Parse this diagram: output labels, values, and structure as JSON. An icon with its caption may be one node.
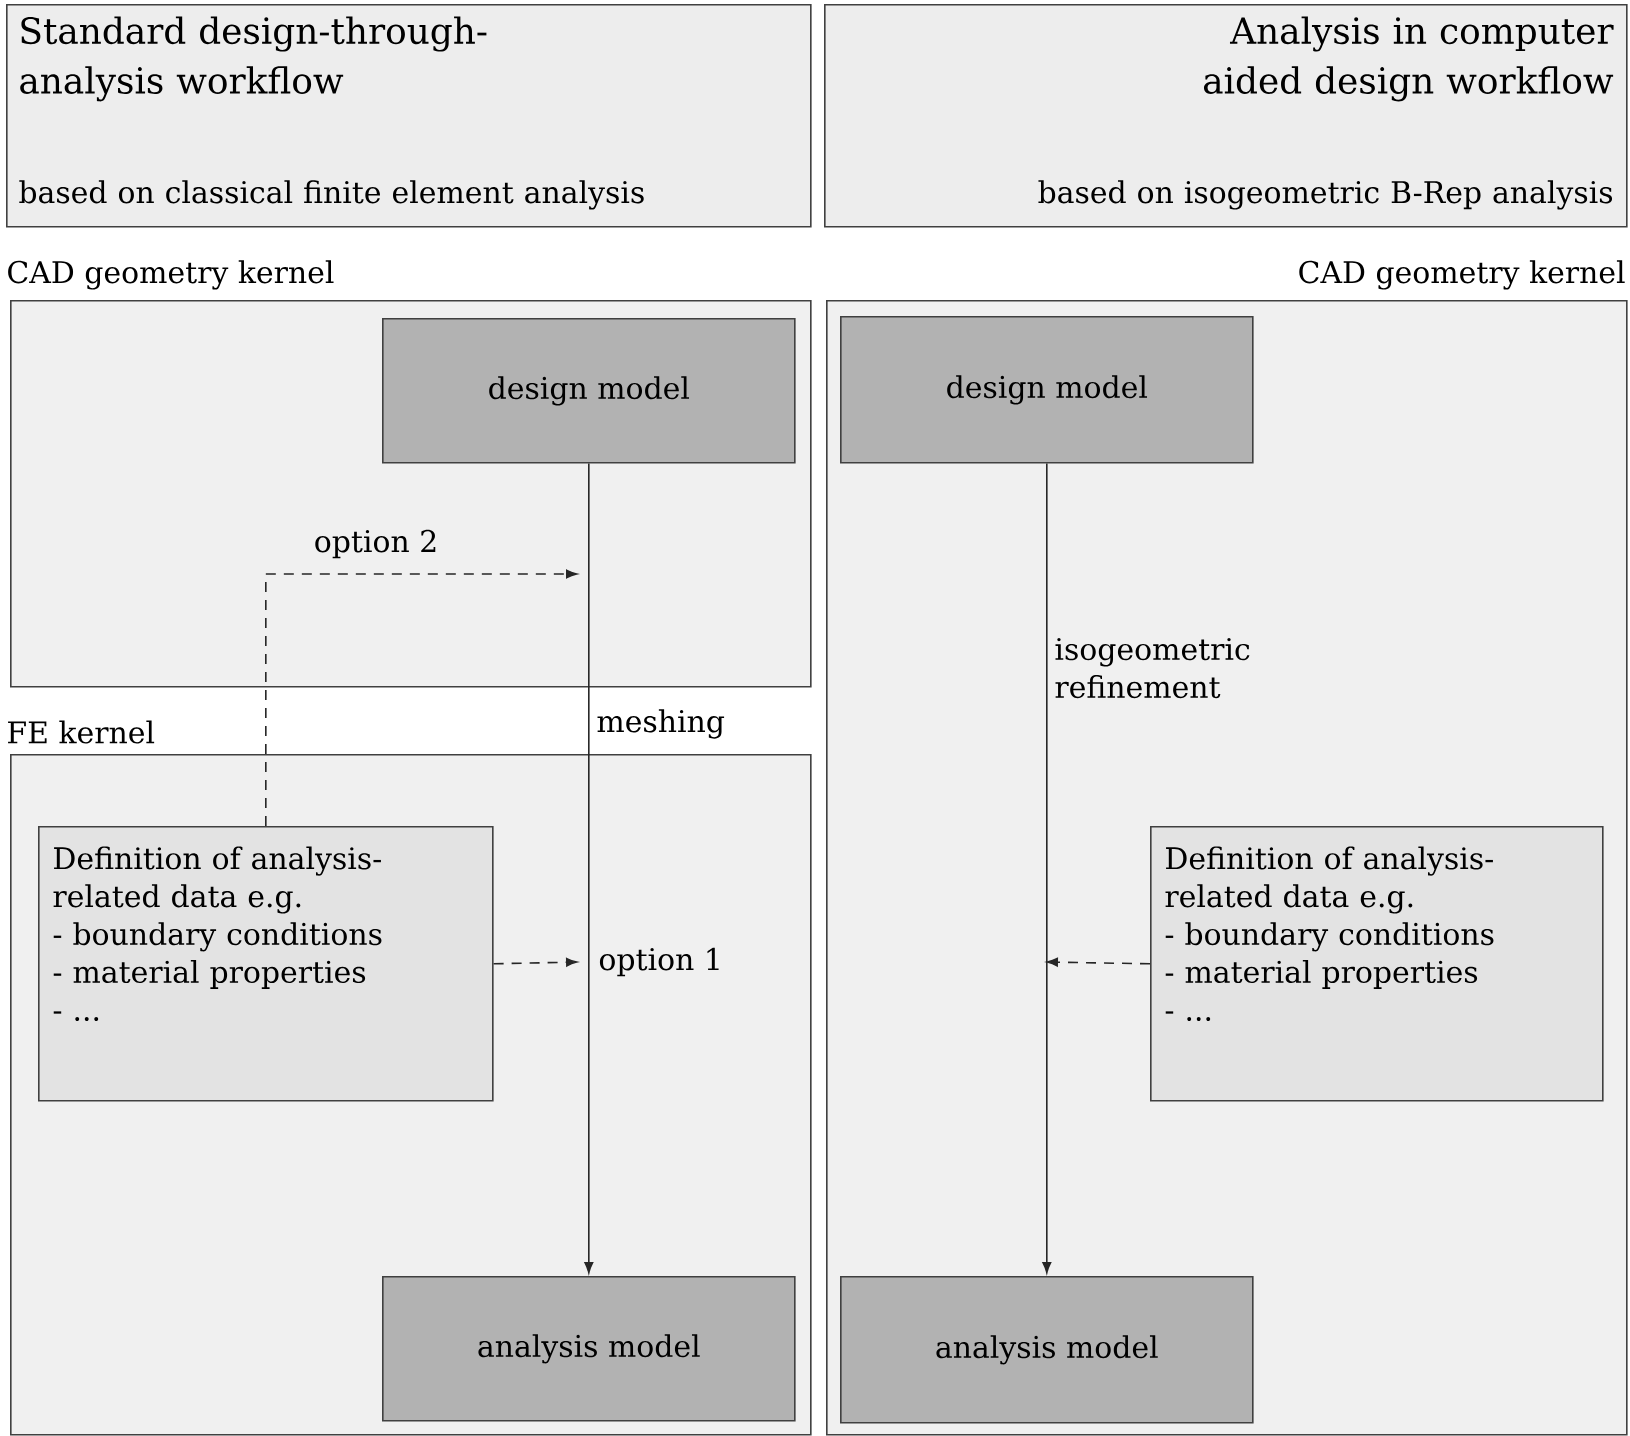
{
  "diagram": {
    "nodes": [
      {
        "text": [
          "Standard design-through-analysis workflow",
          "based on classical finite element analysis"
        ]
      },
      {
        "text": [
          "Analysis in computer aided design workflow",
          "based on isogeometric B-Rep analysis"
        ]
      },
      {
        "text": [
          "CAD geometry kernel"
        ]
      },
      {
        "text": [
          "design model"
        ],
        "in": 2
      },
      {
        "text": [
          "FE kernel"
        ]
      },
      {
        "text": [
          "Definition of analysis-related data e.g.",
          "- boundary conditions",
          "- material properties",
          "- ..."
        ],
        "in": 4
      },
      {
        "text": [
          "analysis model"
        ],
        "in": 4
      },
      {
        "text": [
          "CAD geometry kernel"
        ]
      },
      {
        "text": [
          "design model"
        ],
        "in": 7
      },
      {
        "text": [
          "Definition of analysis-related data e.g.",
          "- boundary conditions",
          "- material properties",
          "- ..."
        ],
        "in": 7
      },
      {
        "text": [
          "analysis model"
        ],
        "in": 7
      }
    ],
    "edges": [
      {
        "from": 3,
        "to": 6,
        "arrow": "to",
        "label": "meshing"
      },
      {
        "from": 5,
        "to": null,
        "arrow": "to",
        "style": "dashed",
        "label": "option 1"
      },
      {
        "from": 5,
        "to": null,
        "arrow": "to",
        "style": "dashed",
        "label": "option 2"
      },
      {
        "from": 8,
        "to": 10,
        "arrow": "to",
        "label": "isogeometric refinement"
      },
      {
        "from": 9,
        "to": null,
        "arrow": "to",
        "style": "dashed"
      }
    ]
  }
}
